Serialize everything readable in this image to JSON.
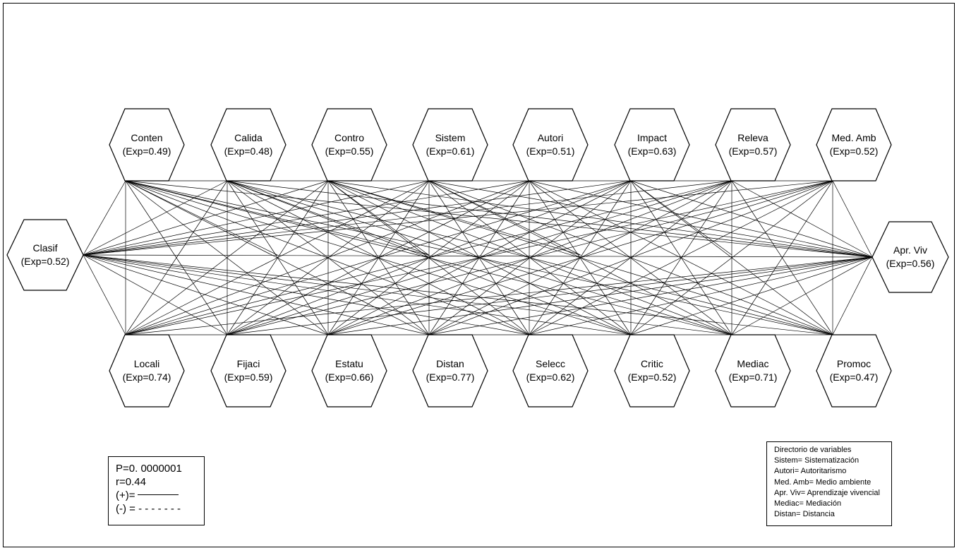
{
  "nodes": {
    "left": {
      "id": "clasif",
      "name": "Clasif",
      "exp": "(Exp=0.52)"
    },
    "right": {
      "id": "apr-viv",
      "name": "Apr. Viv",
      "exp": "(Exp=0.56)"
    },
    "top": [
      {
        "id": "conten",
        "name": "Conten",
        "exp": "(Exp=0.49)"
      },
      {
        "id": "calida",
        "name": "Calida",
        "exp": "(Exp=0.48)"
      },
      {
        "id": "contro",
        "name": "Contro",
        "exp": "(Exp=0.55)"
      },
      {
        "id": "sistem",
        "name": "Sistem",
        "exp": "(Exp=0.61)"
      },
      {
        "id": "autori",
        "name": "Autori",
        "exp": "(Exp=0.51)"
      },
      {
        "id": "impact",
        "name": "Impact",
        "exp": "(Exp=0.63)"
      },
      {
        "id": "releva",
        "name": "Releva",
        "exp": "(Exp=0.57)"
      },
      {
        "id": "med-amb",
        "name": "Med. Amb",
        "exp": "(Exp=0.52)"
      }
    ],
    "bottom": [
      {
        "id": "locali",
        "name": "Locali",
        "exp": "(Exp=0.74)"
      },
      {
        "id": "fijaci",
        "name": "Fijaci",
        "exp": "(Exp=0.59)"
      },
      {
        "id": "estatu",
        "name": "Estatu",
        "exp": "(Exp=0.66)"
      },
      {
        "id": "distan",
        "name": "Distan",
        "exp": "(Exp=0.77)"
      },
      {
        "id": "selecc",
        "name": "Selecc",
        "exp": "(Exp=0.62)"
      },
      {
        "id": "critic",
        "name": "Critic",
        "exp": "(Exp=0.52)"
      },
      {
        "id": "mediac",
        "name": "Mediac",
        "exp": "(Exp=0.71)"
      },
      {
        "id": "promoc",
        "name": "Promoc",
        "exp": "(Exp=0.47)"
      }
    ]
  },
  "stats": {
    "p_value": "P=0. 0000001",
    "r_value": "r=0.44",
    "positive_label": "(+)=",
    "negative_label": "(-) = - - - - - - -"
  },
  "directory": {
    "title": "Directorio de variables",
    "items": [
      "Sistem= Sistematización",
      "Autori= Autoritarismo",
      "Med. Amb= Medio ambiente",
      "Apr. Viv= Aprendizaje vivencial",
      "Mediac= Mediación",
      "Distan= Distancia"
    ]
  },
  "colors": {
    "line": "#000000",
    "background": "#ffffff"
  }
}
